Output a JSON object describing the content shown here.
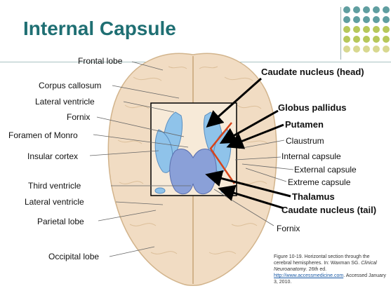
{
  "title": "Internal Capsule",
  "colors": {
    "title": "#1f6f73",
    "brain_tissue": "#f1dcc3",
    "ventricle_blue": "#8fc3ea",
    "thalamus_blue": "#8aa0d8",
    "arrow": "#000000",
    "internal_capsule_line": "#d8441a"
  },
  "left_labels": {
    "frontal_lobe": "Frontal lobe",
    "corpus_callosum": "Corpus callosum",
    "lateral_ventricle": "Lateral ventricle",
    "fornix": "Fornix",
    "foramen_of_monro": "Foramen of Monro",
    "insular_cortex": "Insular cortex",
    "third_ventricle": "Third ventricle",
    "lateral_ventricle_2": "Lateral ventricle",
    "parietal_lobe": "Parietal lobe",
    "occipital_lobe": "Occipital lobe"
  },
  "right_labels": {
    "caudate_head": "Caudate nucleus (head)",
    "globus_pallidus": "Globus pallidus",
    "putamen": "Putamen",
    "claustrum": "Claustrum",
    "internal_capsule": "Internal capsule",
    "external_capsule": "External capsule",
    "extreme_capsule": "Extreme capsule",
    "thalamus": "Thalamus",
    "caudate_tail": "Caudate nucleus (tail)",
    "fornix": "Fornix"
  },
  "caption": {
    "line1": "Figure 10-19. Horizontal section through the cerebral hemispheres. In: Waxman SG.",
    "journal": "Clinical Neuroanatomy",
    "edition": ". 26th ed.",
    "link": "http://www.accessmedicine.com",
    "accessed": ". Accessed January 3, 2010."
  }
}
